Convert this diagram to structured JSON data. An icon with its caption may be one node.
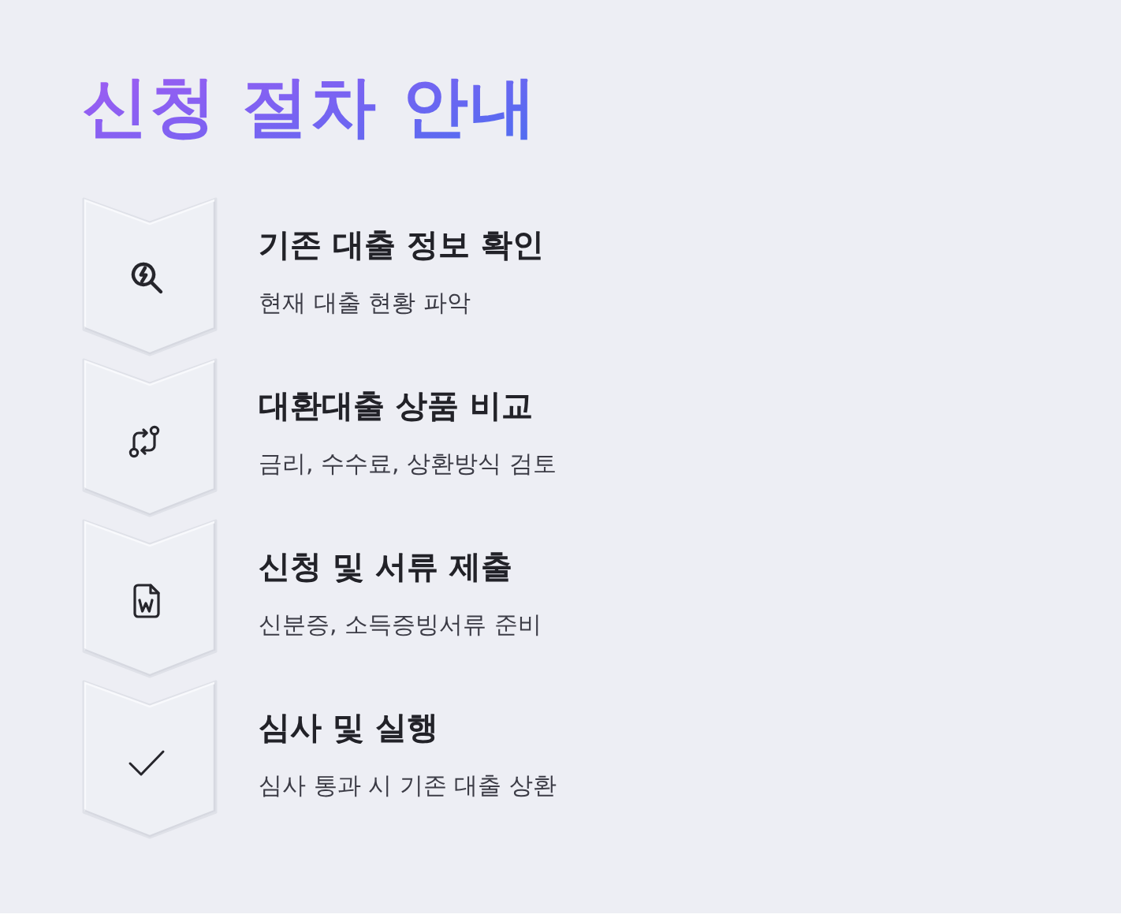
{
  "diagram": {
    "title": "신청 절차 안내",
    "nodes": [
      {
        "text": [
          "기존 대출 정보 확인",
          "현재 대출 현황 파악"
        ]
      },
      {
        "text": [
          "대환대출 상품 비교",
          "금리, 수수료, 상환방식 검토"
        ]
      },
      {
        "text": [
          "신청 및 서류 제출",
          "신분증, 소득증빙서류 준비"
        ]
      },
      {
        "text": [
          "심사 및 실행",
          "심사 통과 시 기존 대출 상환"
        ]
      }
    ]
  }
}
